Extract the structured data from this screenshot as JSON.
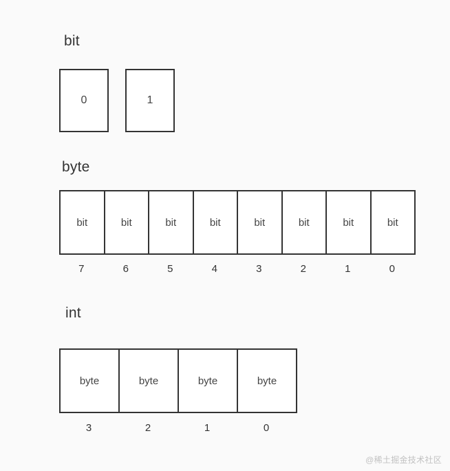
{
  "sections": {
    "bit": {
      "title": "bit",
      "cells": [
        "0",
        "1"
      ]
    },
    "byte": {
      "title": "byte",
      "cells": [
        "bit",
        "bit",
        "bit",
        "bit",
        "bit",
        "bit",
        "bit",
        "bit"
      ],
      "labels": [
        "7",
        "6",
        "5",
        "4",
        "3",
        "2",
        "1",
        "0"
      ]
    },
    "int": {
      "title": "int",
      "cells": [
        "byte",
        "byte",
        "byte",
        "byte"
      ],
      "labels": [
        "3",
        "2",
        "1",
        "0"
      ]
    }
  },
  "watermark": "@稀土掘金技术社区",
  "colors": {
    "background": "#fafafa",
    "cell_fill": "#ffffff",
    "cell_border": "#333333",
    "text": "#333333",
    "watermark": "#c2c2c2"
  }
}
